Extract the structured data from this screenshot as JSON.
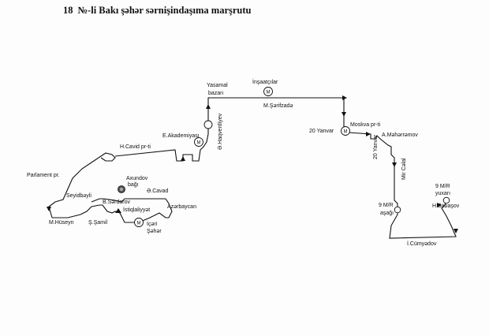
{
  "title": {
    "number": "18",
    "text": "№-li Bakı şəhər sərnişindaşıma marşrutu"
  },
  "labels": {
    "yasamal_bazari_1": "Yasamal",
    "yasamal_bazari_2": "bazarı",
    "insaatcilar": "İnşaatçılar",
    "m_serifzade": "M.Şərifzadə",
    "o_haqverdiyev": "Ə.Haqverdiyev",
    "e_akademiyasi": "E.Akademiyası",
    "moskva": "Moskva pr-ti",
    "yanvar_20_h": "20 Yanvar",
    "yanvar_20_v": "20 Yanvar",
    "a_meherremov": "A.Məhərrəmov",
    "mir_celal": "Mir Cəlal",
    "h_cavid": "H.Cavid pr-ti",
    "parlament": "Parlament pr.",
    "axundov_1": "Axundov",
    "axundov_2": "bağı",
    "o_cavad": "Ə.Cavad",
    "seyidbeyli": "Seyidbəyli",
    "b_serdarov": "B.Sərdarov",
    "azerbaycan": "Azərbaycan",
    "istiqlaliyyet": "İstiqlaliyyət",
    "s_samil": "Ş.Şamil",
    "icari_1": "İçəri",
    "icari_2": "Şəhər",
    "m_huseyn": "M.Hüseyn",
    "m9_asagi_1": "9 M/R",
    "m9_asagi_2": "aşağı",
    "m9_yuxari_1": "9 M/R",
    "m9_yuxari_2": "yuxarı",
    "h_babasov": "H.Babaşov",
    "l_cumyadov": "İ.Cümyədov"
  },
  "icons": {
    "metro": "metro-m-icon",
    "park": "park-icon",
    "stop": "stop-circle-icon"
  },
  "metro_letter": "M"
}
